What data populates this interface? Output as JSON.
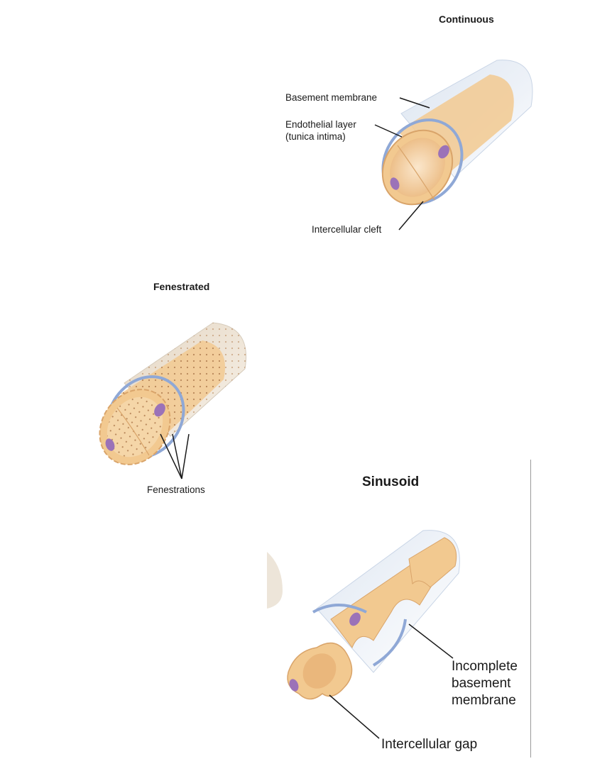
{
  "continuous": {
    "title": "Continuous",
    "labels": {
      "basement_membrane": "Basement membrane",
      "endothelial_line1": "Endothelial layer",
      "endothelial_line2": "(tunica intima)",
      "intercellular_cleft": "Intercellular cleft"
    }
  },
  "fenestrated": {
    "title": "Fenestrated",
    "labels": {
      "fenestrations": "Fenestrations"
    }
  },
  "sinusoid": {
    "title": "Sinusoid",
    "labels": {
      "incomplete_line1": "Incomplete",
      "incomplete_line2": "basement",
      "incomplete_line3": "membrane",
      "intercellular_gap": "Intercellular gap"
    }
  },
  "colors": {
    "endothelium": "#f2c990",
    "endothelium_dark": "#d9a46a",
    "nucleus": "#9b72b8",
    "membrane": "#8fa8d6",
    "outer_wall": "#e6ecf4"
  }
}
